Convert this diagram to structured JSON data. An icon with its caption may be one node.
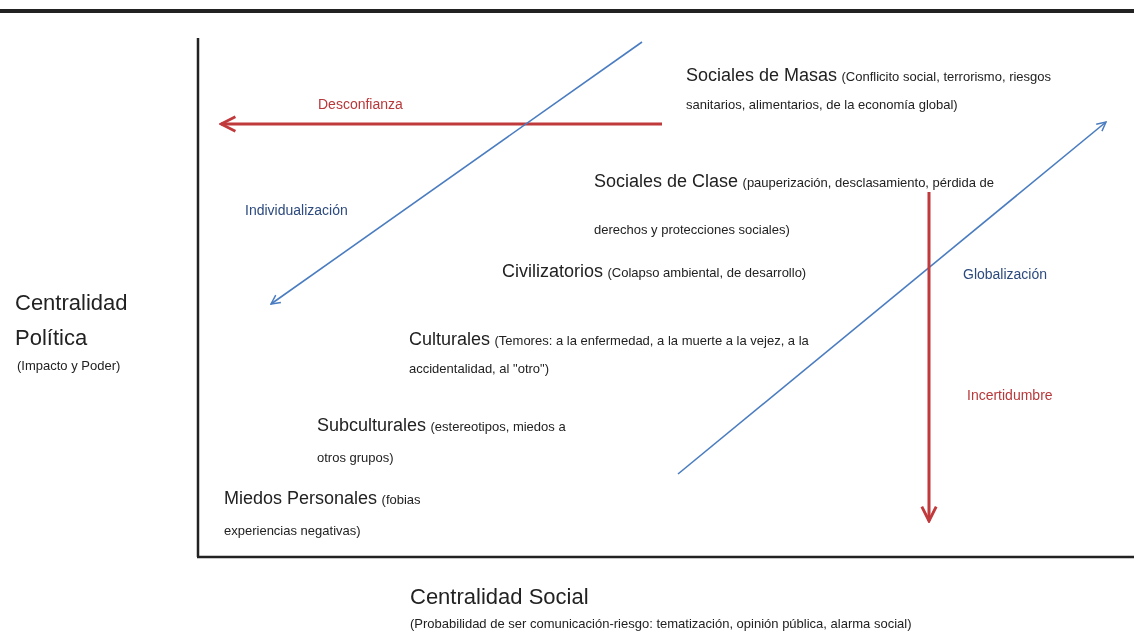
{
  "diagram": {
    "labels": [
      "Sociales de Masas",
      "(Conflicito social, terrorismo, riesgos sanitarios, alimentarios, de la economía global)",
      "Desconfianza",
      "Sociales de Clase",
      "(pauperización, desclasamiento, pérdida de derechos y protecciones sociales)",
      "Individualización",
      "Civilizatorios",
      "(Colapso ambiental, de desarrollo)",
      "Globalización",
      "Centralidad Política",
      "(Impacto y Poder)",
      "Culturales",
      "(Temores: a la enfermedad, a la muerte a la vejez, a la accidentalidad, al \"otro\")",
      "Incertidumbre",
      "Subculturales",
      "(estereotipos, miedos a otros grupos)",
      "Miedos Personales",
      "(fobias experiencias negativas)",
      "Centralidad Social",
      "(Probabilidad de ser comunicación-riesgo: tematización, opinión pública, alarma social)"
    ]
  }
}
